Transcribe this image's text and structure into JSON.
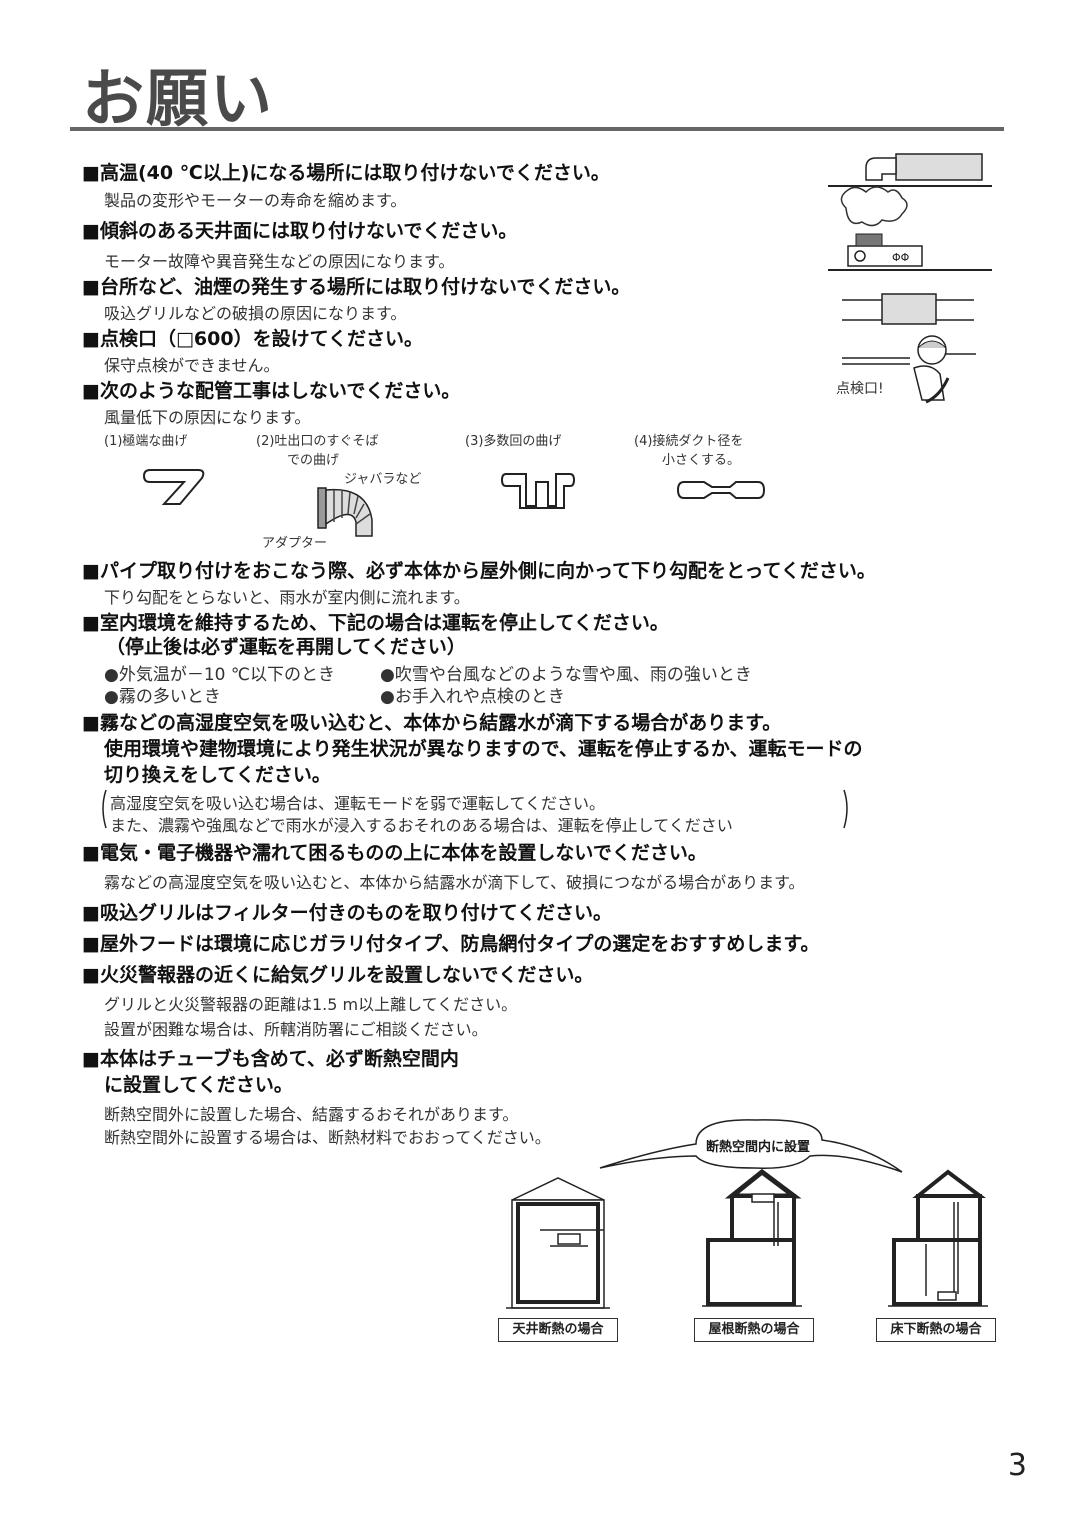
{
  "title": "お願い",
  "items": [
    {
      "heading": "■高温(40 ℃以上)になる場所には取り付けないでください。",
      "note": "製品の変形やモーターの寿命を縮めます。"
    },
    {
      "heading": "■傾斜のある天井面には取り付けないでください。",
      "note": "モーター故障や異音発生などの原因になります。"
    },
    {
      "heading": "■台所など、油煙の発生する場所には取り付けないでください。",
      "note": "吸込グリルなどの破損の原因になります。"
    },
    {
      "heading": "■点検口（□600）を設けてください。",
      "note": "保守点検ができません。"
    },
    {
      "heading": "■次のような配管工事はしないでください。",
      "note": "風量低下の原因になります。"
    },
    {
      "heading": "■パイプ取り付けをおこなう際、必ず本体から屋外側に向かって下り勾配をとってください。",
      "note": "下り勾配をとらないと、雨水が室内側に流れます。"
    },
    {
      "heading": "■室内環境を維持するため、下記の場合は運転を停止してください。",
      "heading2": "（停止後は必ず運転を再開してください）"
    },
    {
      "heading": "■霧などの高湿度空気を吸い込むと、本体から結露水が滴下する場合があります。",
      "heading2": "使用環境や建物環境により発生状況が異なりますので、運転を停止するか、運転モードの",
      "heading3": "切り換えをしてください。"
    },
    {
      "heading": "■電気・電子機器や濡れて困るものの上に本体を設置しないでください。",
      "note": "霧などの高湿度空気を吸い込むと、本体から結露水が滴下して、破損につながる場合があります。"
    },
    {
      "heading": "■吸込グリルはフィルター付きのものを取り付けてください。"
    },
    {
      "heading": "■屋外フードは環境に応じガラリ付タイプ、防鳥網付タイプの選定をおすすめします。"
    },
    {
      "heading": "■火災警報器の近くに給気グリルを設置しないでください。",
      "note": "グリルと火災警報器の距離は1.5 m以上離してください。",
      "note2": "設置が困難な場合は、所轄消防署にご相談ください。"
    },
    {
      "heading": "■本体はチューブも含めて、必ず断熱空間内",
      "heading2": "に設置してください。",
      "note": "断熱空間外に設置した場合、結露するおそれがあります。",
      "note2": "断熱空間外に設置する場合は、断熱材料でおおってください。"
    }
  ],
  "piping": {
    "c1": "(1)極端な曲げ",
    "c2a": "(2)吐出口のすぐそば",
    "c2b": "での曲げ",
    "c3": "(3)多数回の曲げ",
    "c4a": "(4)接続ダクト径を",
    "c4b": "小さくする。",
    "jabara": "ジャバラなど",
    "adapter": "アダプター"
  },
  "inspection_label": "点検口!",
  "stop_conditions": {
    "a": "●外気温が－10 ℃以下のとき",
    "b": "●吹雪や台風などのような雪や風、雨の強いとき",
    "c": "●霧の多いとき",
    "d": "●お手入れや点検のとき"
  },
  "humidity_notes": {
    "line1": "高湿度空気を吸い込む場合は、運転モードを弱で運転してください。",
    "line2": "また、濃霧や強風などで雨水が浸入するおそれのある場合は、運転を停止してください"
  },
  "insulation": {
    "bubble": "断熱空間内に設置",
    "case1": "天井断熱の場合",
    "case2": "屋根断熱の場合",
    "case3": "床下断熱の場合"
  },
  "page_number": "3"
}
